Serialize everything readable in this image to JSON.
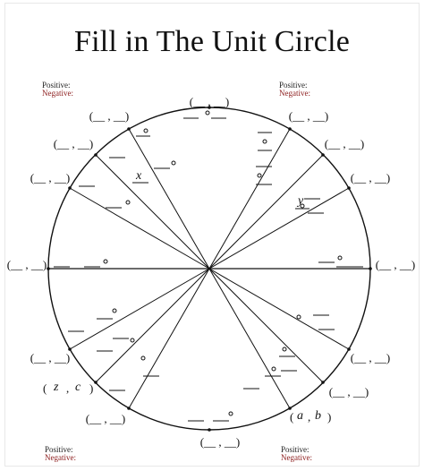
{
  "title": "Fill in The Unit Circle",
  "quadrant_labels": {
    "positive": "Positive:",
    "negative": "Negative:"
  },
  "coordinate_blank": "(__ , __)",
  "handwritten": {
    "x_label": "x",
    "y_label": "y",
    "z": "z",
    "c": "c",
    "a": "a",
    "b": "b"
  },
  "colors": {
    "negative_label": "#8b1a1a",
    "ink": "#111111"
  }
}
